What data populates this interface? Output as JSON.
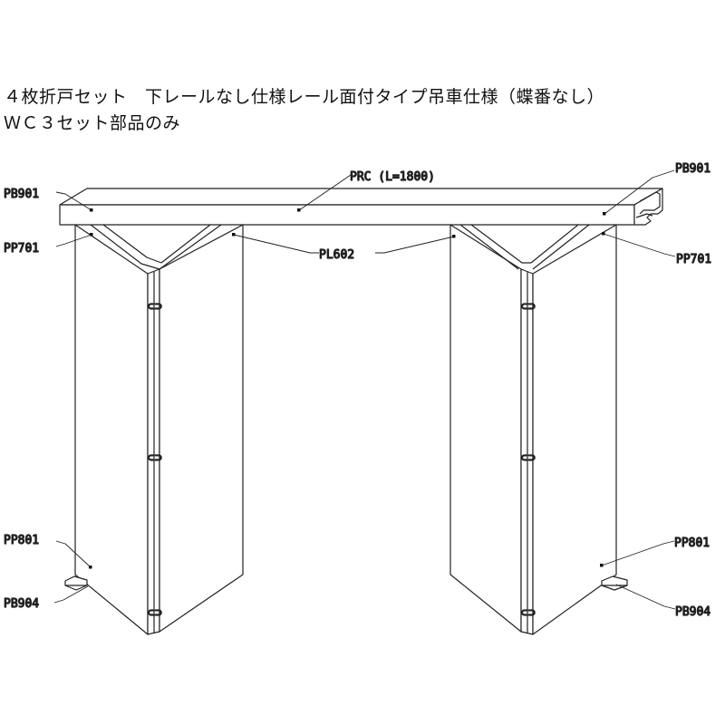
{
  "title_line1": "４枚折戸セット　下レールなし仕様レール面付タイプ吊車仕様（蝶番なし）",
  "title_line2": "ＷＣ３セット部品のみ",
  "labels": {
    "prc": "PRC (L=1800)",
    "pb901_left": "PB901",
    "pb901_right": "PB901",
    "pp701_left": "PP701",
    "pp701_right": "PP701",
    "pl602": "PL602",
    "pp801_left": "PP801",
    "pp801_right": "PP801",
    "pb904_left": "PB904",
    "pb904_right": "PB904"
  },
  "colors": {
    "line": "#222222",
    "background": "#ffffff"
  }
}
